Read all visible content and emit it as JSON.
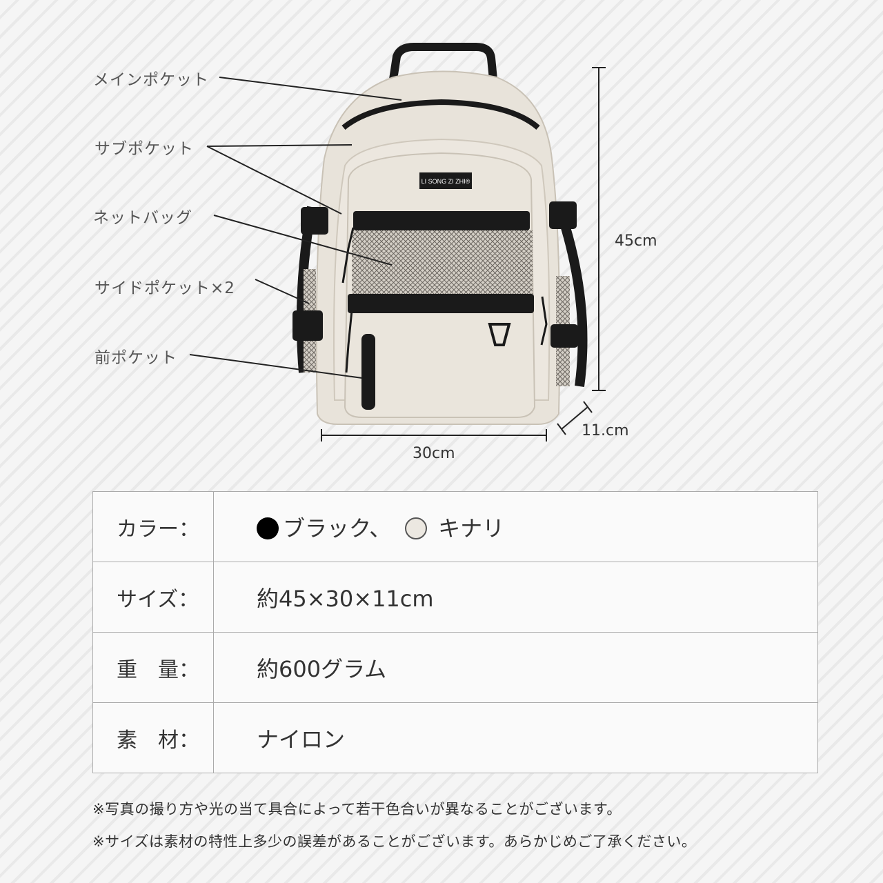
{
  "callouts": {
    "main_pocket": "メインポケット",
    "sub_pocket": "サブポケット",
    "net_bag": "ネットバッグ",
    "side_pocket": "サイドポケット×2",
    "front_pocket": "前ポケット"
  },
  "dimensions": {
    "height": "45cm",
    "width": "30cm",
    "depth": "11.cm"
  },
  "brand_tag": {
    "name": "LI SONG ZI ZHI",
    "mark": "®"
  },
  "specs": {
    "color": {
      "label": "カラー：",
      "black_name": "ブラック、",
      "ivory_name": "キナリ"
    },
    "size": {
      "label": "サイズ：",
      "value": "約45×30×11cm"
    },
    "weight": {
      "label": "重　量：",
      "value": "約600グラム"
    },
    "material": {
      "label": "素　材：",
      "value": "ナイロン"
    }
  },
  "notes": [
    "※写真の撮り方や光の当て具合によって若干色合いが異なることがございます。",
    "※サイズは素材の特性上多少の誤差があることがございます。あらかじめご了承ください。"
  ],
  "colors": {
    "bag_body": "#e8e3da",
    "trim": "#1a1a1a",
    "swatch_black": "#000000",
    "swatch_ivory": "#ece8e1"
  }
}
